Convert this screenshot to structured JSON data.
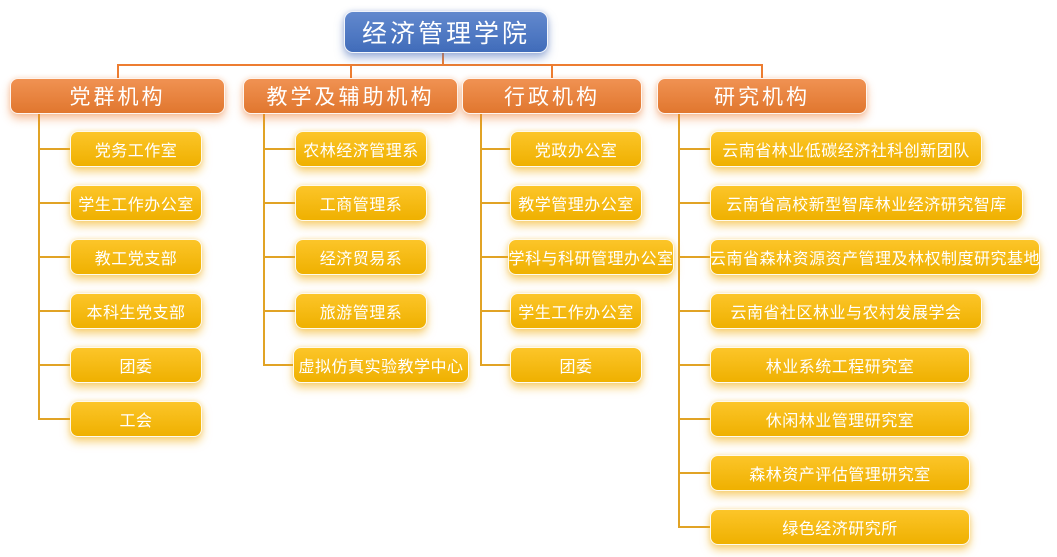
{
  "chart": {
    "root": "经济管理学院",
    "groups": [
      {
        "label": "党群机构",
        "children": [
          "党务工作室",
          "学生工作办公室",
          "教工党支部",
          "本科生党支部",
          "团委",
          "工会"
        ]
      },
      {
        "label": "教学及辅助机构",
        "children": [
          "农林经济管理系",
          "工商管理系",
          "经济贸易系",
          "旅游管理系",
          "虚拟仿真实验教学中心"
        ]
      },
      {
        "label": "行政机构",
        "children": [
          "党政办公室",
          "教学管理办公室",
          "学科与科研管理办公室",
          "学生工作办公室",
          "团委"
        ]
      },
      {
        "label": "研究机构",
        "children": [
          "云南省林业低碳经济社科创新团队",
          "云南省高校新型智库林业经济研究智库",
          "云南省森林资源资产管理及林权制度研究基地",
          "云南省社区林业与农村发展学会",
          "林业系统工程研究室",
          "休闲林业管理研究室",
          "森林资产评估管理研究室",
          "绿色经济研究所"
        ]
      }
    ],
    "colors": {
      "root": "#4472C4",
      "group": "#ED7D31",
      "child": "#FCBA00",
      "connector_top": "#ED7D31",
      "connector_child": "#E1A325"
    }
  }
}
